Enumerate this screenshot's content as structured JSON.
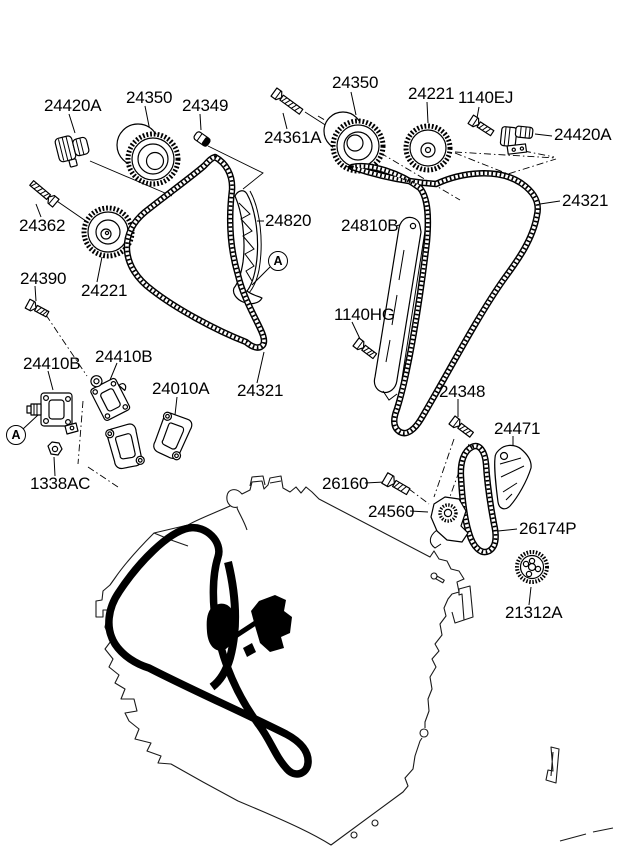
{
  "figure": {
    "background": "#ffffff",
    "ink": "#000000"
  },
  "labels": [
    {
      "id": "24420A-left",
      "text": "24420A"
    },
    {
      "id": "24350-left",
      "text": "24350"
    },
    {
      "id": "24349",
      "text": "24349"
    },
    {
      "id": "24361A",
      "text": "24361A"
    },
    {
      "id": "24362",
      "text": "24362"
    },
    {
      "id": "24390",
      "text": "24390"
    },
    {
      "id": "24221-left",
      "text": "24221"
    },
    {
      "id": "24820",
      "text": "24820"
    },
    {
      "id": "24410B-left",
      "text": "24410B"
    },
    {
      "id": "24410B-right",
      "text": "24410B"
    },
    {
      "id": "24010A",
      "text": "24010A"
    },
    {
      "id": "24321-center",
      "text": "24321"
    },
    {
      "id": "1338AC",
      "text": "1338AC"
    },
    {
      "id": "24350-center",
      "text": "24350"
    },
    {
      "id": "24221-top",
      "text": "24221"
    },
    {
      "id": "1140EJ",
      "text": "1140EJ"
    },
    {
      "id": "24420A-right",
      "text": "24420A"
    },
    {
      "id": "24321-right",
      "text": "24321"
    },
    {
      "id": "24810B",
      "text": "24810B"
    },
    {
      "id": "1140HG",
      "text": "1140HG"
    },
    {
      "id": "24348",
      "text": "24348"
    },
    {
      "id": "24471",
      "text": "24471"
    },
    {
      "id": "26160",
      "text": "26160"
    },
    {
      "id": "24560",
      "text": "24560"
    },
    {
      "id": "26174P",
      "text": "26174P"
    },
    {
      "id": "21312A",
      "text": "21312A"
    }
  ],
  "callouts": [
    {
      "letter": "A"
    },
    {
      "letter": "A"
    }
  ]
}
